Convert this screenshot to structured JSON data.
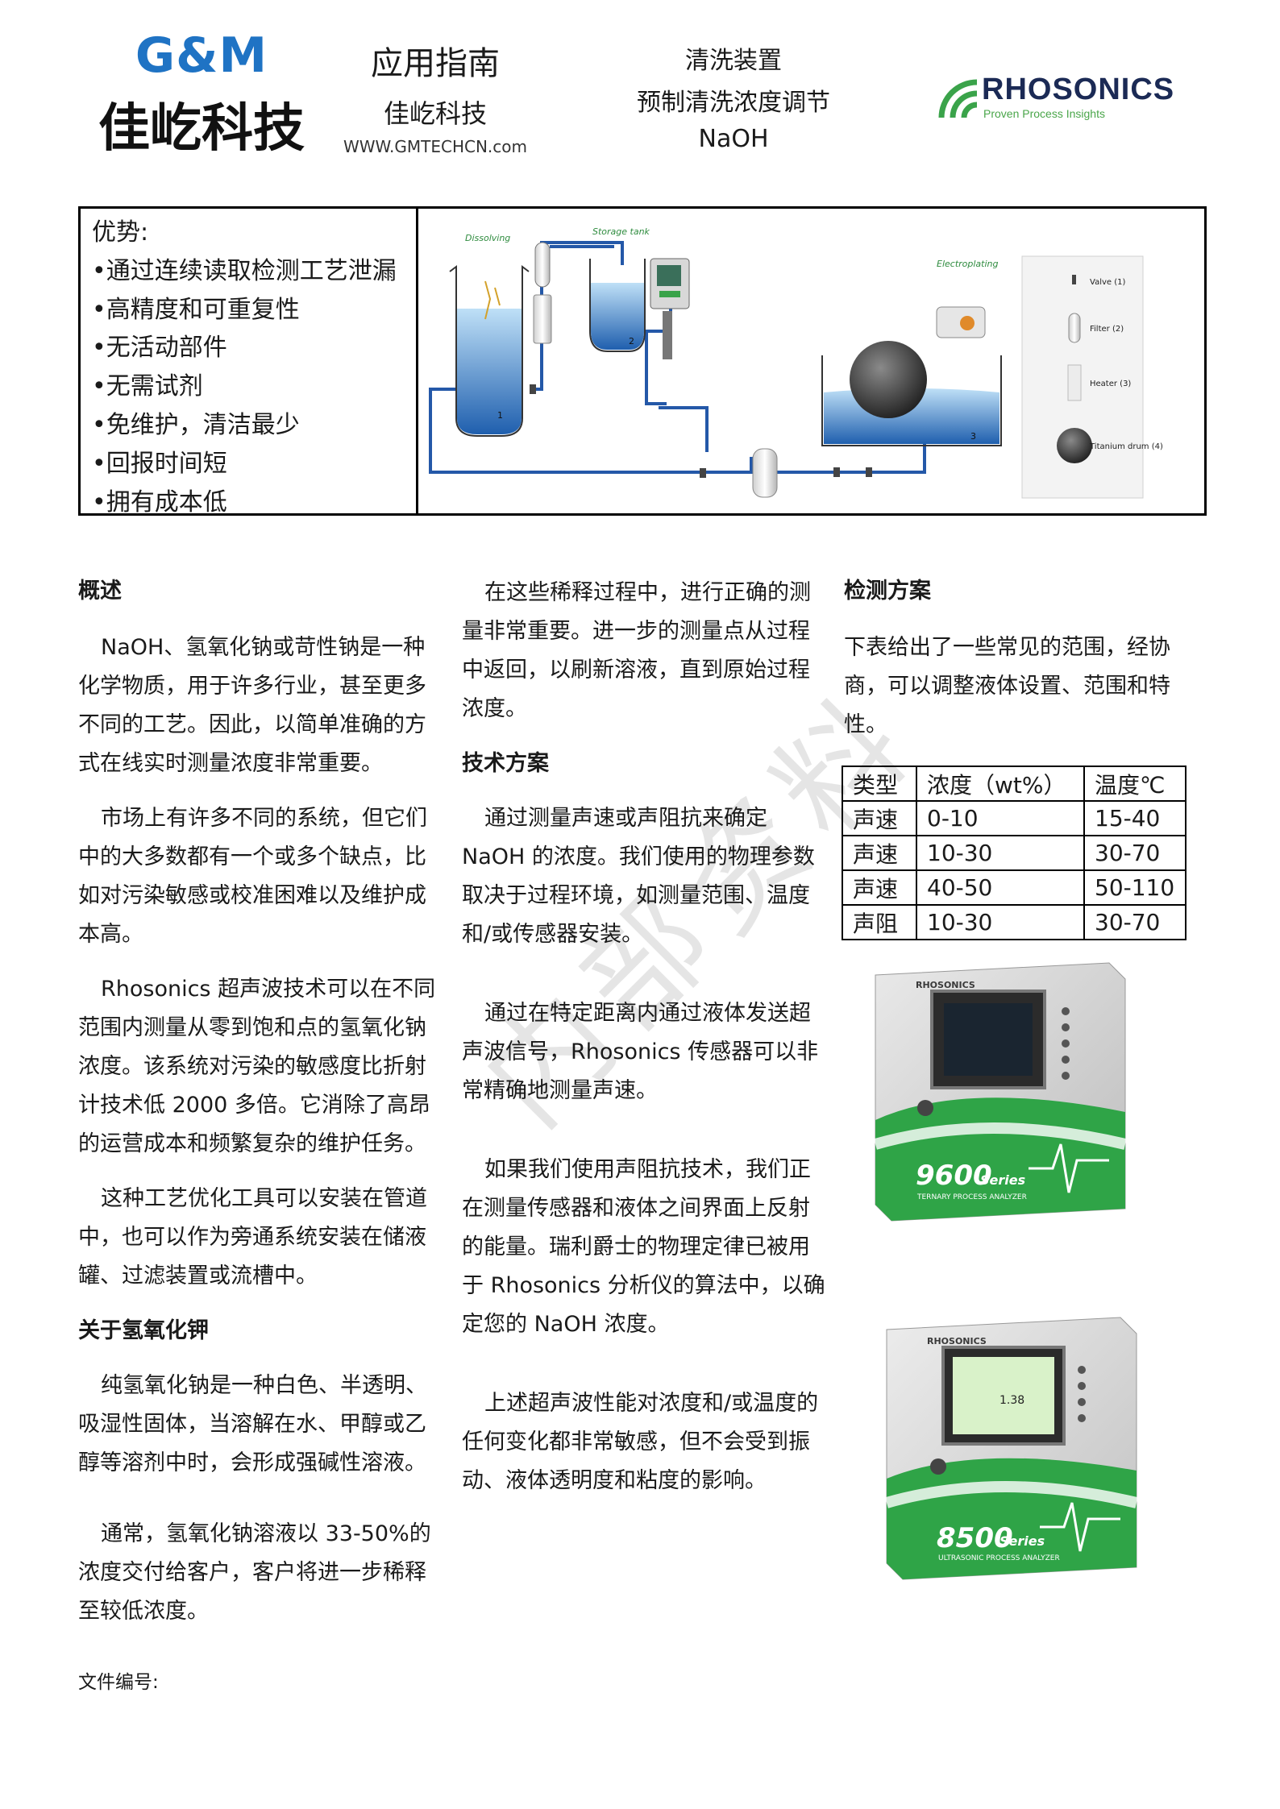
{
  "header": {
    "logo_brand": "G&M",
    "logo_cn": "佳屹科技",
    "doc_type": "应用指南",
    "company": "佳屹科技",
    "website": "WWW.GMTECHCN.com",
    "subject_line1": "清洗装置",
    "subject_line2": "预制清洗浓度调节",
    "subject_line3": "NaOH",
    "partner_brand": "RHOSONICS",
    "partner_tagline": "Proven Process Insights"
  },
  "advantages": {
    "title": "优势:",
    "items": [
      "•通过连续读取检测工艺泄漏",
      "•高精度和可重复性",
      "•无活动部件",
      "•无需试剂",
      "•免维护，清洁最少",
      "•回报时间短",
      "•拥有成本低"
    ]
  },
  "diagram": {
    "dissolving": "Dissolving",
    "storage": "Storage tank",
    "electroplating": "Electroplating",
    "tank1": "1",
    "tank2": "2",
    "tank3": "3",
    "legend": [
      "Valve (1)",
      "Filter (2)",
      "Heater (3)",
      "Titanium drum (4)"
    ]
  },
  "col1": {
    "h1": "概述",
    "p1": "NaOH、氢氧化钠或苛性钠是一种化学物质，用于许多行业，甚至更多不同的工艺。因此，以简单准确的方式在线实时测量浓度非常重要。",
    "p2": "市场上有许多不同的系统，但它们中的大多数都有一个或多个缺点，比如对污染敏感或校准困难以及维护成本高。",
    "p3": "Rhosonics 超声波技术可以在不同范围内测量从零到饱和点的氢氧化钠浓度。该系统对污染的敏感度比折射计技术低 2000 多倍。它消除了高昂的运营成本和频繁复杂的维护任务。",
    "p4": "这种工艺优化工具可以安装在管道中，也可以作为旁通系统安装在储液罐、过滤装置或流槽中。",
    "h2": "关于氢氧化钾",
    "p5": "纯氢氧化钠是一种白色、半透明、吸湿性固体，当溶解在水、甲醇或乙醇等溶剂中时，会形成强碱性溶液。",
    "p6": "通常，氢氧化钠溶液以 33-50%的浓度交付给客户，客户将进一步稀释至较低浓度。"
  },
  "col2": {
    "p1": "在这些稀释过程中，进行正确的测量非常重要。进一步的测量点从过程中返回，以刷新溶液，直到原始过程浓度。",
    "h1": "技术方案",
    "p2": "通过测量声速或声阻抗来确定 NaOH 的浓度。我们使用的物理参数取决于过程环境，如测量范围、温度和/或传感器安装。",
    "p3": "通过在特定距离内通过液体发送超声波信号，Rhosonics 传感器可以非常精确地测量声速。",
    "p4": "如果我们使用声阻抗技术，我们正在测量传感器和液体之间界面上反射的能量。瑞利爵士的物理定律已被用于 Rhosonics 分析仪的算法中，以确定您的 NaOH 浓度。",
    "p5": "上述超声波性能对浓度和/或温度的任何变化都非常敏感，但不会受到振动、液体透明度和粘度的影响。"
  },
  "col3": {
    "h1": "检测方案",
    "p1": "下表给出了一些常见的范围，经协商，可以调整液体设置、范围和特性。",
    "table": {
      "headers": [
        "类型",
        "浓度（wt%）",
        "温度℃"
      ],
      "rows": [
        [
          "声速",
          "0-10",
          "15-40"
        ],
        [
          "声速",
          "10-30",
          "30-70"
        ],
        [
          "声速",
          "40-50",
          "50-110"
        ],
        [
          "声阻",
          "10-30",
          "30-70"
        ]
      ]
    },
    "device1": {
      "brand": "RHOSONICS",
      "model": "9600",
      "series": "Series",
      "caption": "TERNARY PROCESS ANALYZER"
    },
    "device2": {
      "brand": "RHOSONICS",
      "model": "8500",
      "series": "Series",
      "caption": "ULTRASONIC PROCESS ANALYZER",
      "screen_value": "1.38"
    }
  },
  "footer": {
    "doc_number_label": "文件编号:"
  },
  "watermark": "内部资料"
}
